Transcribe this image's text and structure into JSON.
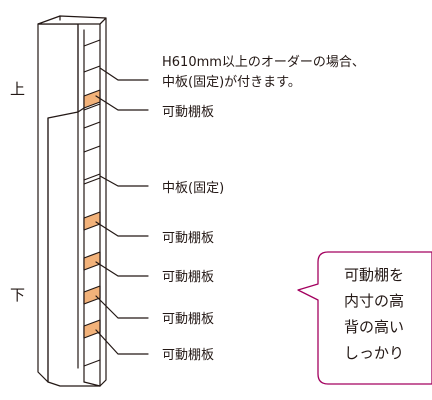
{
  "labels": {
    "top_section": "上",
    "bottom_section": "下",
    "note_line1": "H610mm以上のオーダーの場合、",
    "note_line2": "中板(固定)が付きます。",
    "movable_shelf": "可動棚板",
    "fixed_shelf": "中板(固定)"
  },
  "callout": {
    "lines": [
      "可動棚を",
      "内寸の高",
      "背の高い",
      "しっかり"
    ]
  },
  "colors": {
    "line": "#231815",
    "movable_shelf_fill": "#f2b27a",
    "callout_border": "#a3005f"
  }
}
